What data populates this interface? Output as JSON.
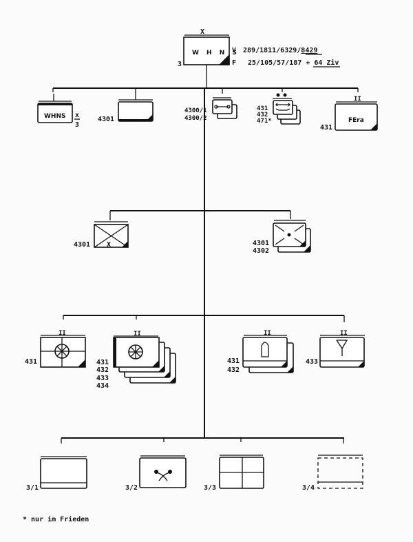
{
  "top_unit": {
    "name": "W H N S",
    "size_marker": "X",
    "left_label": "3",
    "v_label": "V",
    "f_label": "F",
    "strength_v": "289/1811/6329/",
    "strength_v_total": "8429",
    "strength_f": "25/105/57/187 + ",
    "strength_f_extra": "64 Ziv"
  },
  "row1": [
    {
      "name": "WHNS",
      "fraction_top": "x",
      "fraction_bottom": "3"
    },
    {
      "label": "4301"
    },
    {
      "labels": [
        "4300/1",
        "4300/2"
      ],
      "symbol": "bridge-connector"
    },
    {
      "labels": [
        "431",
        "432",
        "471*"
      ],
      "symbol": "maintenance-wrench",
      "size_marker": "● ●"
    },
    {
      "name": "FEra",
      "label": "431",
      "size_marker": "II"
    }
  ],
  "row2": [
    {
      "label": "4301",
      "symbol": "cross-with-x"
    },
    {
      "labels": [
        "4301",
        "4302"
      ],
      "symbol": "cross-with-dot"
    }
  ],
  "row3": [
    {
      "label": "431",
      "symbol": "wheel",
      "size_marker": "II"
    },
    {
      "labels": [
        "431",
        "432",
        "433",
        "434"
      ],
      "symbol": "wheel",
      "size_marker": "II"
    },
    {
      "labels": [
        "431",
        "432"
      ],
      "symbol": "shell",
      "size_marker": "II"
    },
    {
      "label": "433",
      "symbol": "antenna",
      "size_marker": "II"
    }
  ],
  "row4": [
    {
      "label": "3/1"
    },
    {
      "label": "3/2",
      "symbol": "crossed-tools"
    },
    {
      "label": "3/3"
    },
    {
      "label": "3/4"
    }
  ],
  "footnote": "* nur im Frieden"
}
